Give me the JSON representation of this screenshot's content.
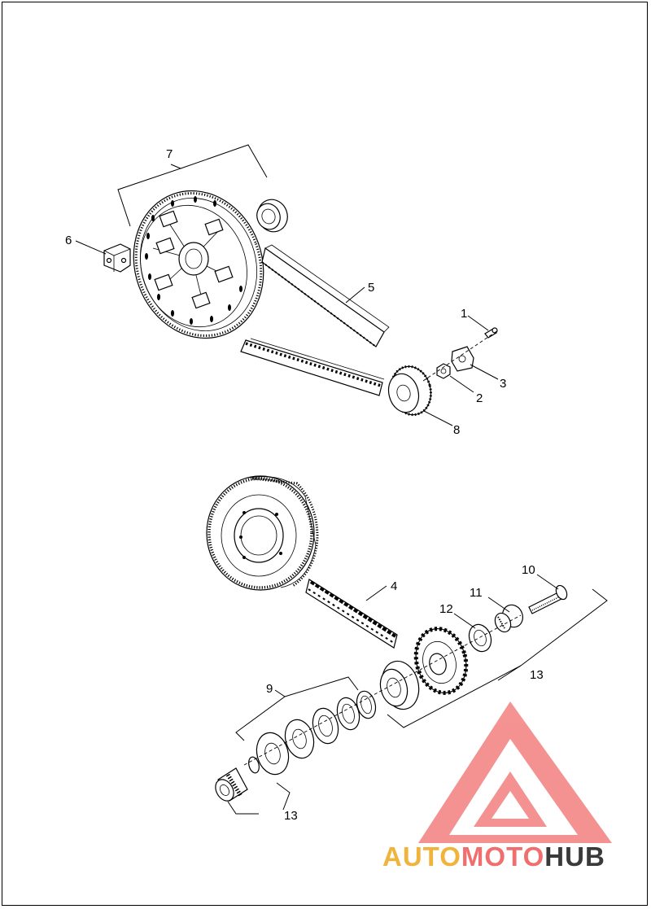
{
  "diagram": {
    "callouts": {
      "c1": "1",
      "c2": "2",
      "c3": "3",
      "c4": "4",
      "c5": "5",
      "c6": "6",
      "c7": "7",
      "c8": "8",
      "c9": "9",
      "c10": "10",
      "c11": "11",
      "c12": "12",
      "c13a": "13",
      "c13b": "13"
    }
  },
  "watermark": {
    "part1": "AUTO",
    "part2": "MOTO",
    "part3": "HUB",
    "color_part1": "#f0b43c",
    "color_part2": "#f06e6e",
    "color_part3": "#3a3a3a",
    "logo_color": "#f27878"
  },
  "footer": {
    "code": ""
  }
}
